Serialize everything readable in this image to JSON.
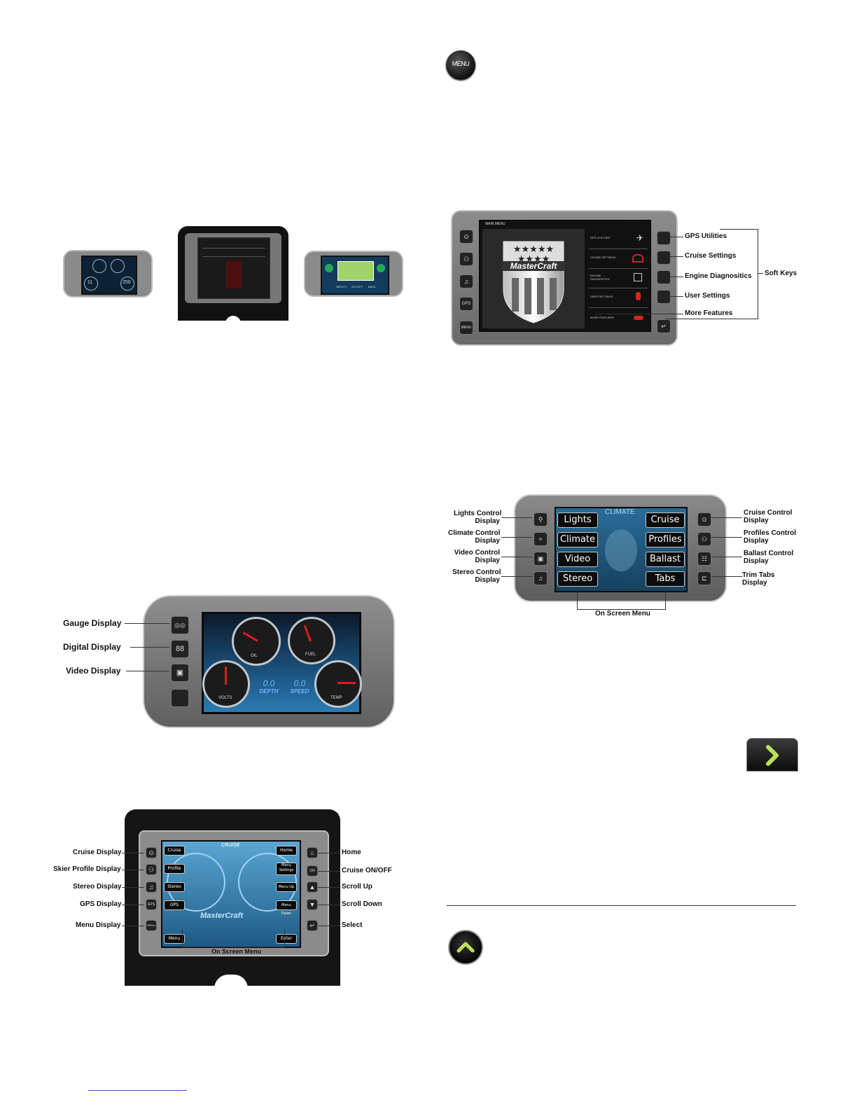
{
  "top_right": {
    "menu_button_label": "MENU"
  },
  "thumbnails": {
    "left_values": [
      "11",
      "250"
    ],
    "right_screen_labels": [
      "SELECT",
      "ACCEPT",
      "BACK"
    ]
  },
  "main_menu": {
    "header": "MAIN MENU",
    "brand": "MasterCraft",
    "soft_key_items": [
      {
        "screen_text": "GPS UTILITIES",
        "label": "GPS Utilities"
      },
      {
        "screen_text": "CRUISE SETTINGS",
        "label": "Cruise Settings"
      },
      {
        "screen_text": "ENGINE DIAGNOSTICS",
        "label": "Engine Diagnositics"
      },
      {
        "screen_text": "USER SETTINGS",
        "label": "User Settings"
      },
      {
        "screen_text": "MORE FEATURES",
        "label": "More Features"
      }
    ],
    "soft_keys_label": "Soft Keys",
    "left_key_glyphs": [
      "⊙",
      "⚇",
      "♫",
      "GPS",
      "MENU"
    ],
    "select_key_glyph": "↵"
  },
  "climate": {
    "title": "CLIMATE",
    "left_buttons": [
      "Lights",
      "Climate",
      "Video",
      "Stereo"
    ],
    "right_buttons": [
      "Cruise",
      "Profiles",
      "Ballast",
      "Tabs"
    ],
    "left_labels": [
      [
        "Lights Control",
        "Display"
      ],
      [
        "Climate Control",
        "Display"
      ],
      [
        "Video Control",
        "Display"
      ],
      [
        "Stereo Control",
        "Display"
      ]
    ],
    "right_labels": [
      [
        "Cruise Control",
        "Display"
      ],
      [
        "Profiles Control",
        "Display"
      ],
      [
        "Ballast Control",
        "Display"
      ],
      [
        "Trim Tabs",
        "Display"
      ]
    ],
    "bottom_label": "On Screen Menu"
  },
  "gauges": {
    "labels": [
      "Gauge Display",
      "Digital Display",
      "Video Display"
    ],
    "gauge_names": [
      "OIL",
      "FUEL",
      "VOLTS",
      "TEMP"
    ],
    "digital": [
      {
        "value": "0.0",
        "label": "DEPTH"
      },
      {
        "value": "0.0",
        "label": "SPEED"
      }
    ],
    "key_glyphs": [
      "◎◎",
      "88",
      "▣"
    ]
  },
  "cruise": {
    "title": "CRUISE",
    "brand": "MasterCraft",
    "left_labels": [
      "Cruise Display",
      "Skier Profile Display",
      "Stereo Display",
      "GPS Display",
      "Menu Display"
    ],
    "right_labels": [
      "Home",
      "Cruise ON/OFF",
      "Scroll Up",
      "Scroll Down",
      "Select"
    ],
    "left_screen": [
      "Cruise",
      "Profile",
      "Stereo",
      "GPS",
      "Menu"
    ],
    "right_screen": [
      "Home",
      "Menu Settings",
      "Menu Up",
      "Menu Down",
      "Enter"
    ],
    "bottom_label": "On Screen Menu"
  },
  "colors": {
    "accent_green": "#b9e15a",
    "screen_blue": "#2e7fb5",
    "needle_red": "#e21b1b"
  },
  "icons": {
    "next": "chevron-right-icon",
    "up": "chevron-up-icon"
  }
}
